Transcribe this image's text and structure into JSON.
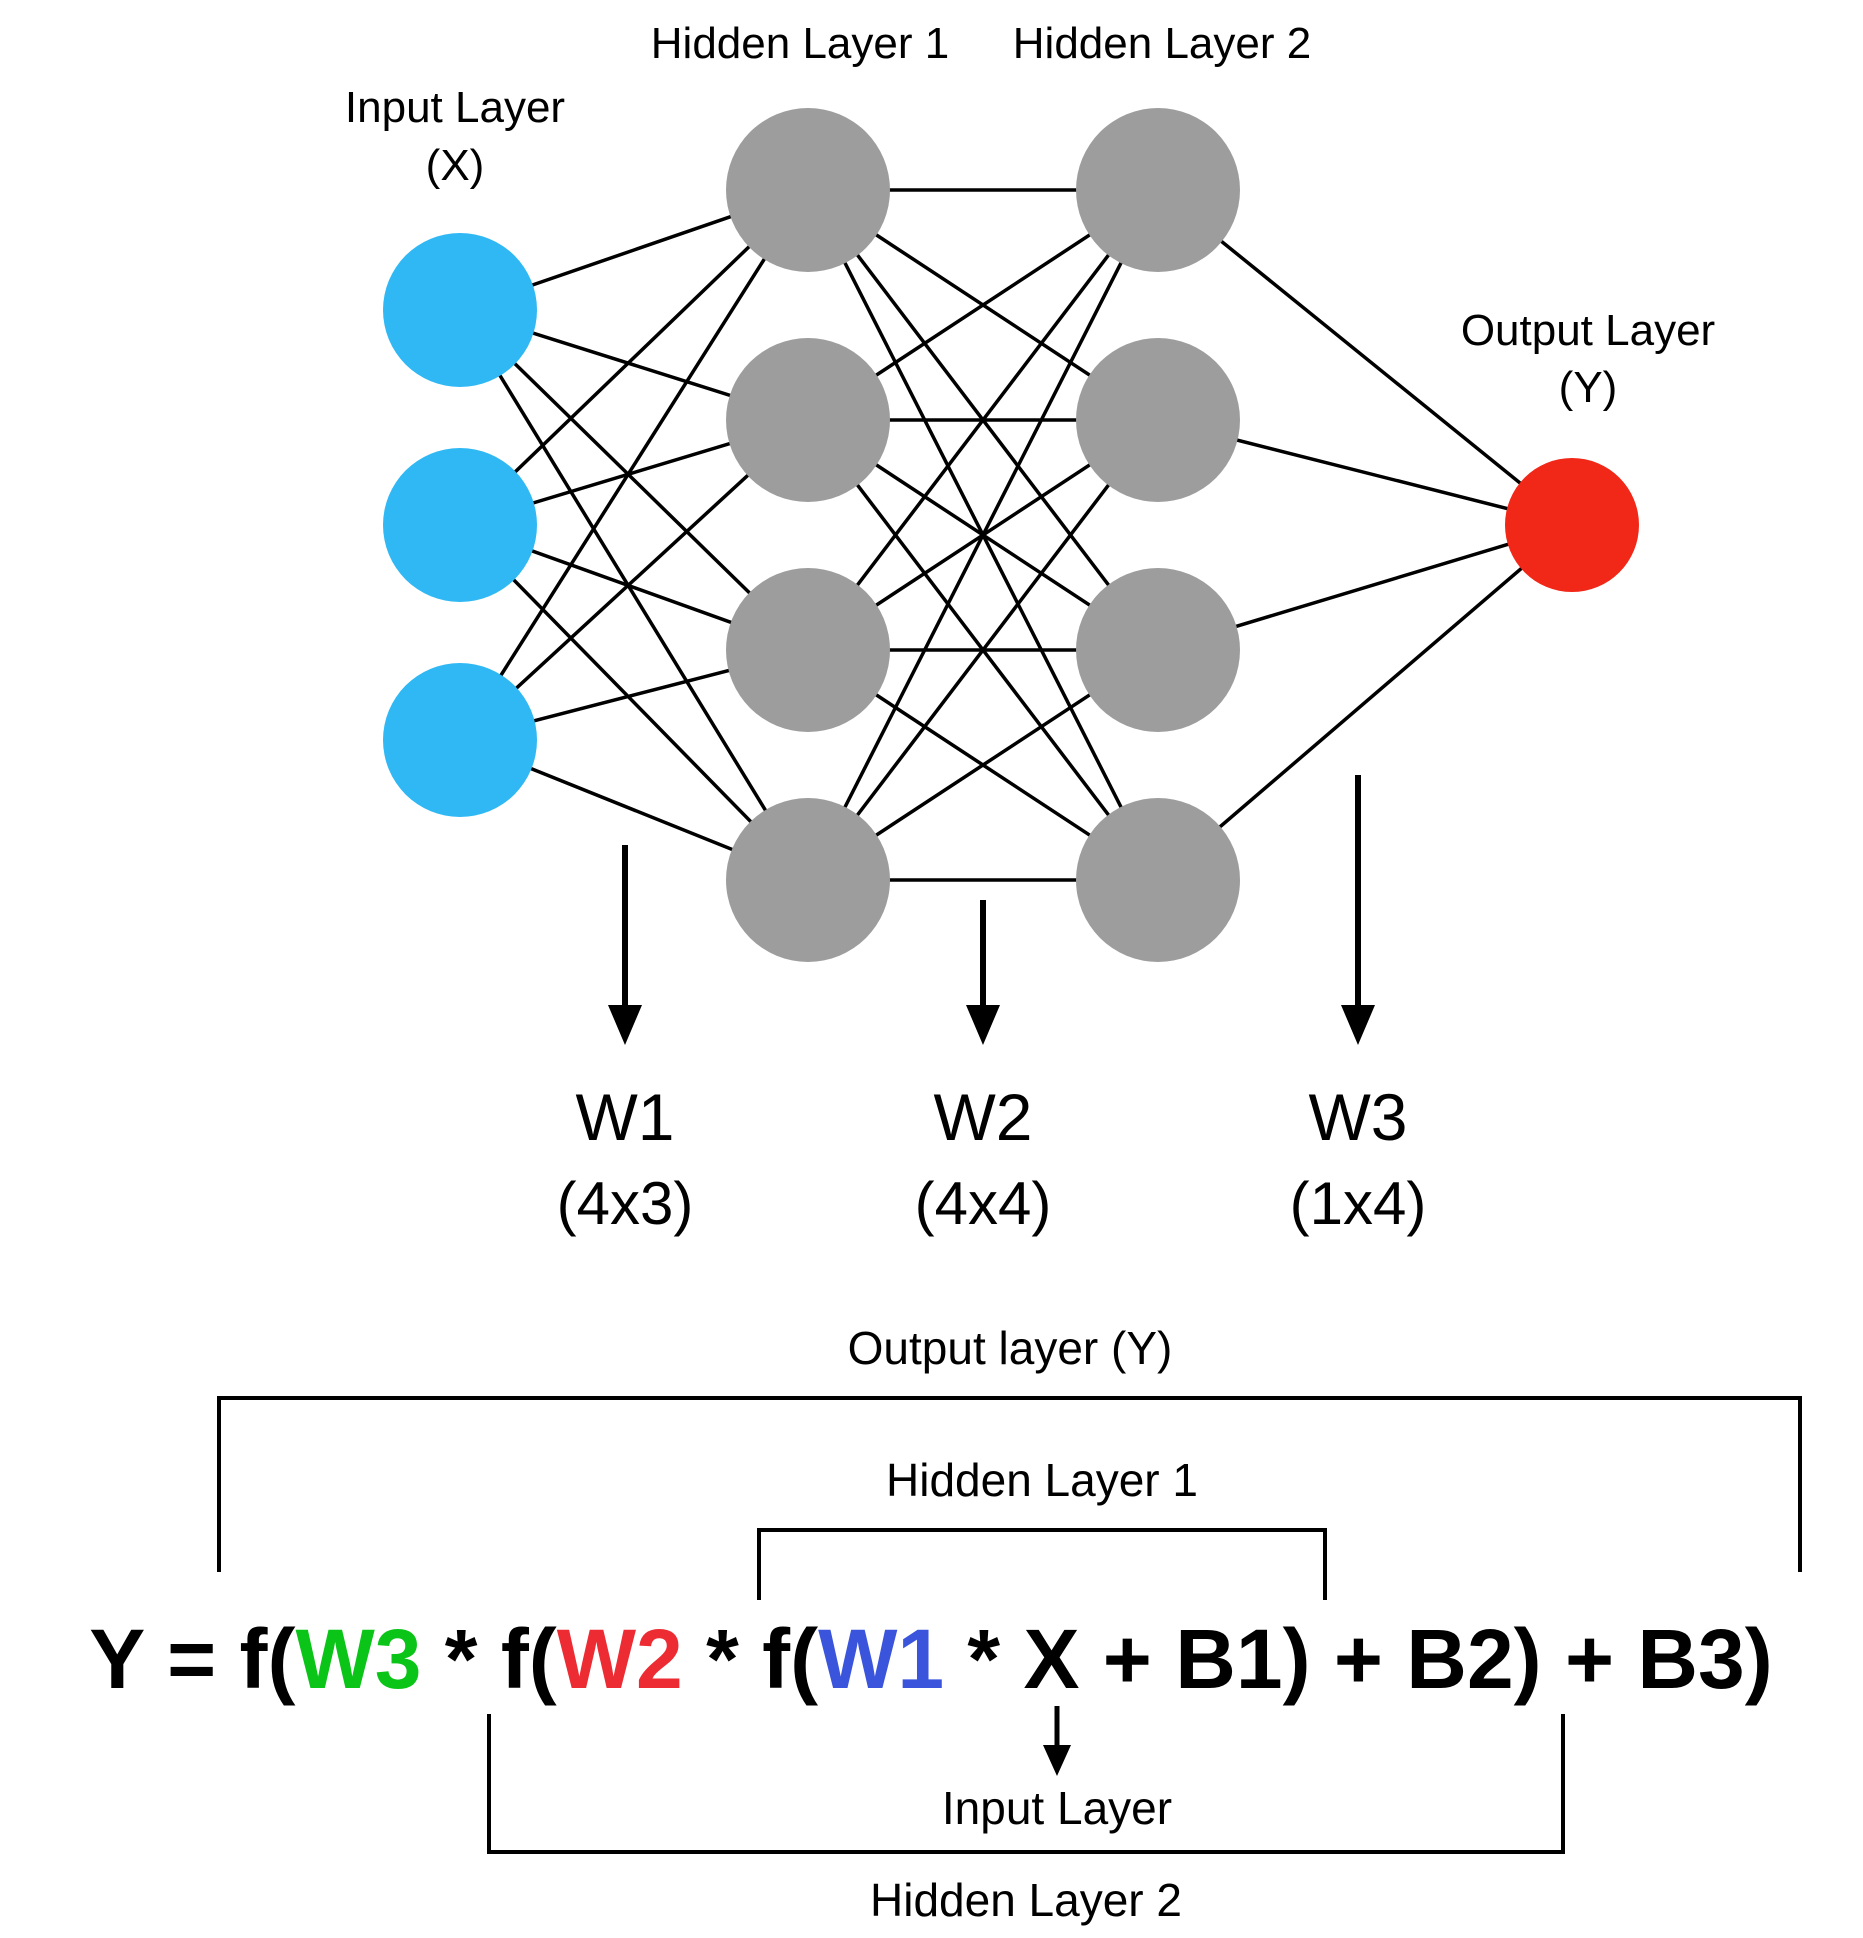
{
  "network": {
    "layers": [
      {
        "id": "input",
        "label": "Input Layer",
        "sublabel": "(X)",
        "node_count": 3,
        "node_color": "#2FB8F3"
      },
      {
        "id": "hidden1",
        "label": "Hidden Layer 1",
        "node_count": 4,
        "node_color": "#9D9D9D"
      },
      {
        "id": "hidden2",
        "label": "Hidden Layer 2",
        "node_count": 4,
        "node_color": "#9D9D9D"
      },
      {
        "id": "output",
        "label": "Output Layer",
        "sublabel": "(Y)",
        "node_count": 1,
        "node_color": "#F12717"
      }
    ],
    "weights": [
      {
        "label": "W1",
        "dims": "(4x3)",
        "color": "#3A55DC"
      },
      {
        "label": "W2",
        "dims": "(4x4)",
        "color": "#ED2B33"
      },
      {
        "label": "W3",
        "dims": "(1x4)",
        "color": "#0BC418"
      }
    ],
    "line_color": "#000000"
  },
  "formula": {
    "annotations": {
      "output": "Output layer (Y)",
      "hidden1": "Hidden Layer 1",
      "input": "Input Layer",
      "hidden2": "Hidden Layer 2"
    },
    "segments": [
      {
        "text": "Y = f(",
        "color": "#000000"
      },
      {
        "text": "W3",
        "color": "#0BC418"
      },
      {
        "text": " * f(",
        "color": "#000000"
      },
      {
        "text": "W2",
        "color": "#ED2B33"
      },
      {
        "text": " * f(",
        "color": "#000000"
      },
      {
        "text": "W1",
        "color": "#3A55DC"
      },
      {
        "text": " * X + B1) + B2) + B3)",
        "color": "#000000"
      }
    ]
  }
}
